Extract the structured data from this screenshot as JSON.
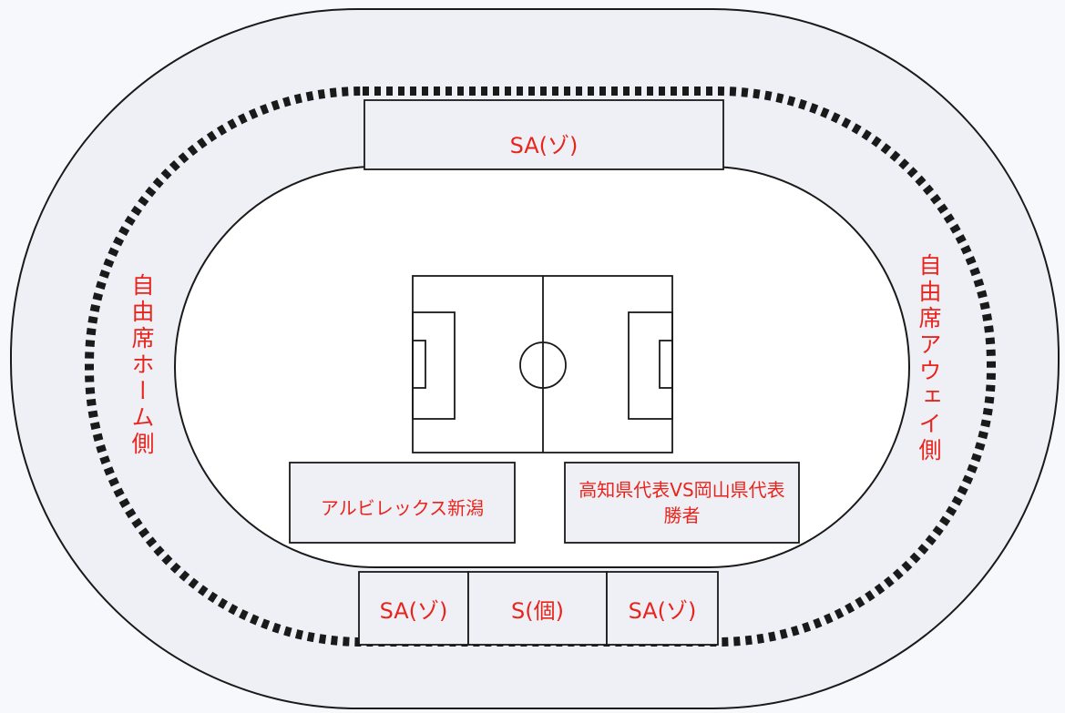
{
  "colors": {
    "label": "#e8241c",
    "line": "#1a1a1a",
    "stadium_fill": "#eef0f6",
    "field_fill": "#ffffff"
  },
  "seats": {
    "top_sa": "SA(ゾ)",
    "bottom_left_sa": "SA(ゾ)",
    "bottom_center_s": "S(個)",
    "bottom_right_sa": "SA(ゾ)"
  },
  "stands": {
    "home": "自由席ホーム側",
    "away": "自由席アウェイ側"
  },
  "teams": {
    "home_team": "アルビレックス新潟",
    "away_team_line1": "高知県代表VS岡山県代表",
    "away_team_line2": "勝者"
  }
}
